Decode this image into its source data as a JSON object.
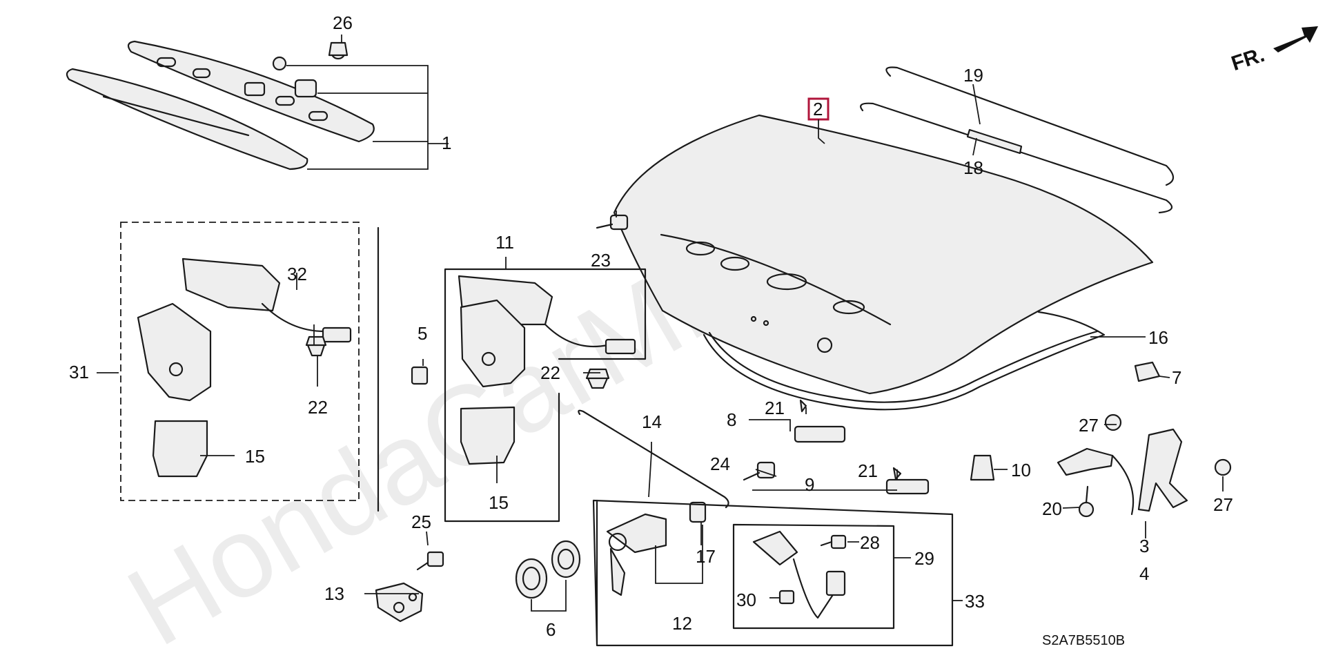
{
  "watermark": "HondaCarMine.ru",
  "direction_label": "FR.",
  "diagram_code": "S2A7B5510B",
  "highlight_color": "#b0153b",
  "callouts": {
    "c1": "1",
    "c2": "2",
    "c3": "3",
    "c4": "4",
    "c5": "5",
    "c6": "6",
    "c7": "7",
    "c8": "8",
    "c9": "9",
    "c10": "10",
    "c11": "11",
    "c12": "12",
    "c13": "13",
    "c14": "14",
    "c15a": "15",
    "c15b": "15",
    "c16": "16",
    "c17": "17",
    "c18": "18",
    "c19": "19",
    "c20": "20",
    "c21a": "21",
    "c21b": "21",
    "c22a": "22",
    "c22b": "22",
    "c23": "23",
    "c24": "24",
    "c25": "25",
    "c26": "26",
    "c27a": "27",
    "c27b": "27",
    "c28": "28",
    "c29": "29",
    "c30": "30",
    "c31": "31",
    "c32": "32",
    "c33": "33"
  }
}
